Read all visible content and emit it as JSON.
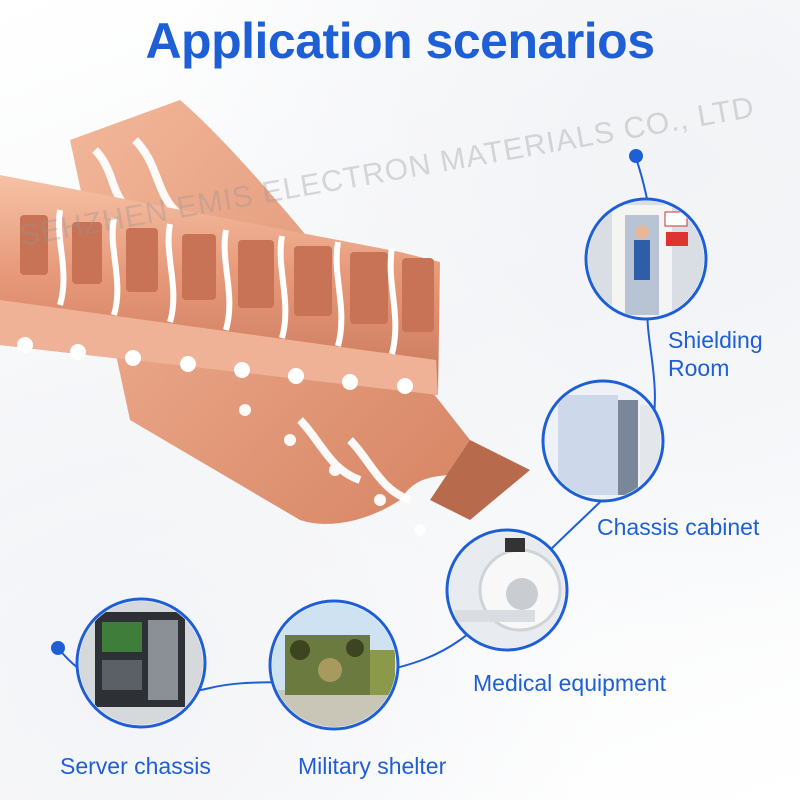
{
  "title": "Application scenarios",
  "watermark": "SEHZHEN EMIS ELECTRON MATERIALS CO., LTD",
  "colors": {
    "accent": "#1f5fd6",
    "copper": "#e39a78",
    "copper_dark": "#c4724f"
  },
  "scenarios": [
    {
      "label": "Shielding Room",
      "image": "shielding-room-door-photo"
    },
    {
      "label": "Chassis cabinet",
      "image": "server-cabinet-photo"
    },
    {
      "label": "Medical equipment",
      "image": "mri-scanner-photo"
    },
    {
      "label": "Server chassis",
      "image": "open-server-chassis-photo"
    },
    {
      "label": "Military shelter",
      "image": "camouflage-shelter-photo"
    }
  ]
}
